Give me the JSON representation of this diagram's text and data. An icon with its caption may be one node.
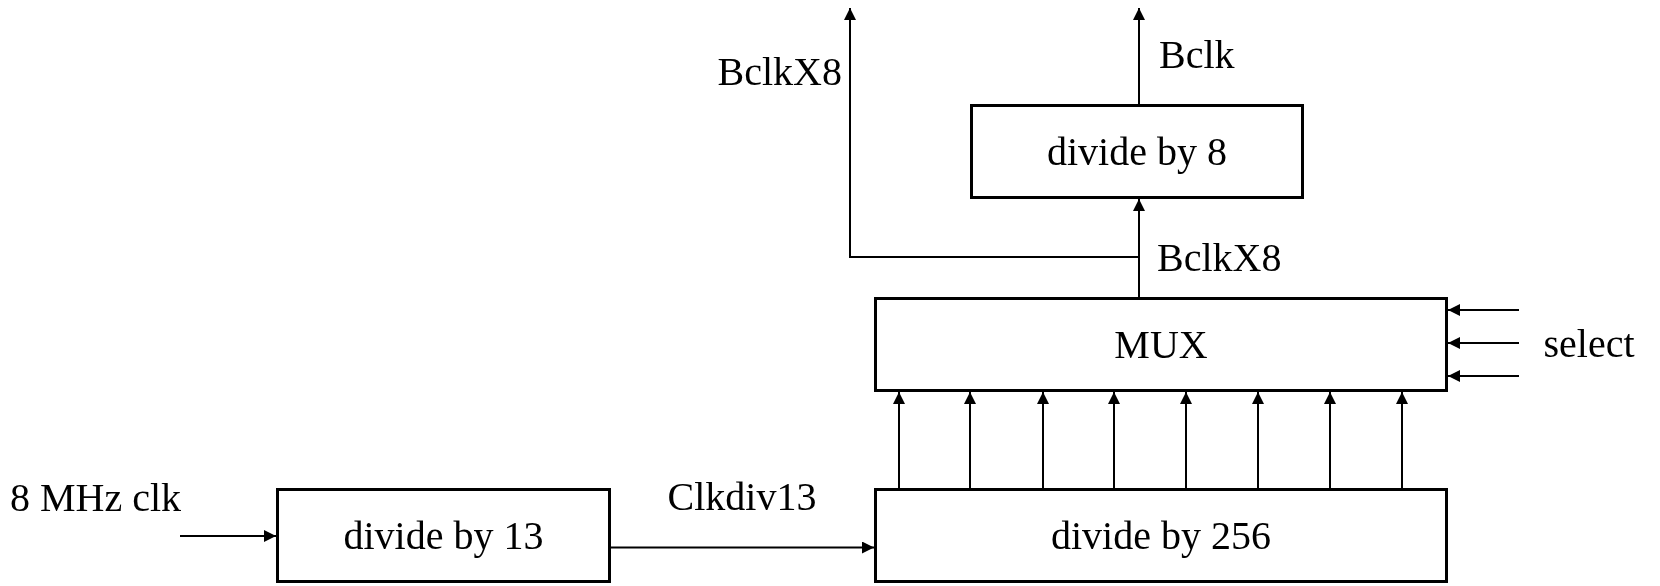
{
  "diagram": {
    "nodes": [
      {
        "text": [
          "8 MHz clk"
        ]
      },
      {
        "text": [
          "divide by 13"
        ]
      },
      {
        "text": [
          "divide by 256"
        ]
      },
      {
        "text": [
          "MUX"
        ]
      },
      {
        "text": [
          "divide by 8"
        ]
      },
      {
        "text": [
          "select"
        ]
      }
    ],
    "edges": [
      {
        "from": 0,
        "to": 1,
        "arrow": "to"
      },
      {
        "from": 1,
        "to": 2,
        "arrow": "to",
        "label": "Clkdiv13"
      },
      {
        "from": 2,
        "to": 3,
        "arrow": "to"
      },
      {
        "from": 2,
        "to": 3,
        "arrow": "to"
      },
      {
        "from": 2,
        "to": 3,
        "arrow": "to"
      },
      {
        "from": 2,
        "to": 3,
        "arrow": "to"
      },
      {
        "from": 2,
        "to": 3,
        "arrow": "to"
      },
      {
        "from": 2,
        "to": 3,
        "arrow": "to"
      },
      {
        "from": 2,
        "to": 3,
        "arrow": "to"
      },
      {
        "from": 2,
        "to": 3,
        "arrow": "to"
      },
      {
        "from": 3,
        "to": 4,
        "arrow": "to",
        "label": "BclkX8"
      },
      {
        "from": 3,
        "to": null,
        "arrow": "to",
        "label": "BclkX8"
      },
      {
        "from": 4,
        "to": null,
        "arrow": "to",
        "label": "Bclk"
      },
      {
        "from": 5,
        "to": 3,
        "arrow": "to"
      },
      {
        "from": 5,
        "to": 3,
        "arrow": "to"
      },
      {
        "from": 5,
        "to": 3,
        "arrow": "to"
      }
    ]
  }
}
